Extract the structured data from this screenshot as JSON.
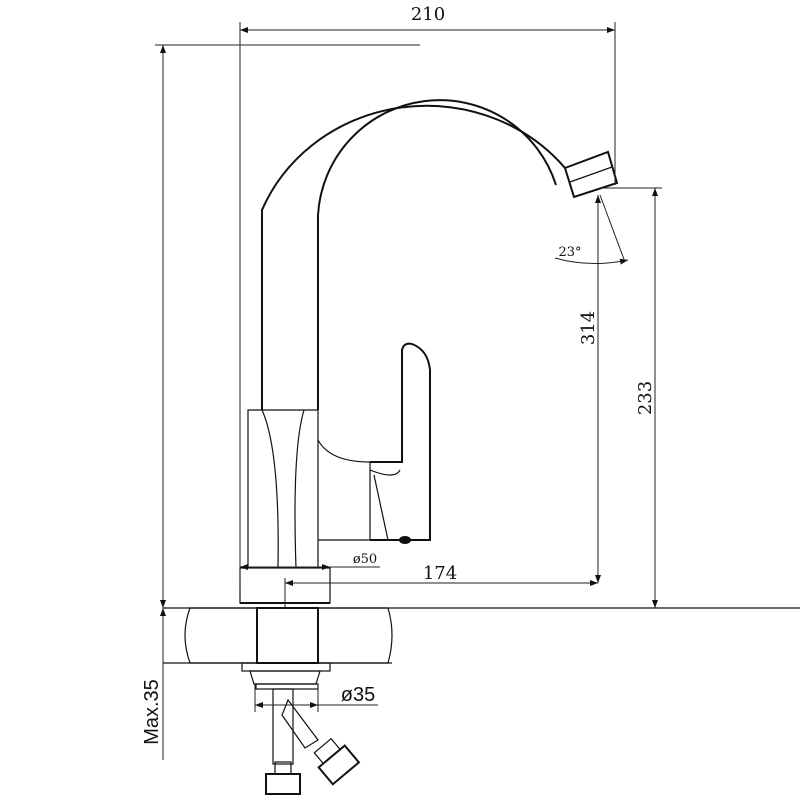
{
  "drawing": {
    "dimensions": {
      "width_total": "210",
      "spout_angle": "23°",
      "height_total": "314",
      "spout_height": "233",
      "base_diameter": "ø50",
      "reach": "174",
      "thread_diameter": "ø35",
      "max_deck": "Max.35"
    }
  }
}
